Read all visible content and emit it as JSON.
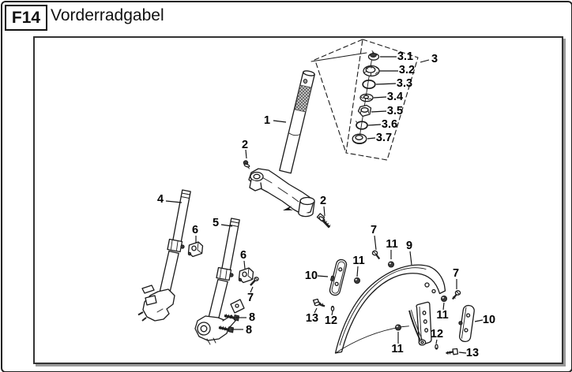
{
  "header": {
    "code": "F14",
    "title": "Vorderradgabel"
  },
  "colors": {
    "line": "#1a1a1a",
    "background": "#ffffff",
    "panel_shadow": "#999999"
  },
  "diagram": {
    "callouts": [
      {
        "text": "1"
      },
      {
        "text": "2"
      },
      {
        "text": "2"
      },
      {
        "text": "3"
      },
      {
        "text": "3.1"
      },
      {
        "text": "3.2"
      },
      {
        "text": "3.3"
      },
      {
        "text": "3.4"
      },
      {
        "text": "3.5"
      },
      {
        "text": "3.6"
      },
      {
        "text": "3.7"
      },
      {
        "text": "4"
      },
      {
        "text": "5"
      },
      {
        "text": "6"
      },
      {
        "text": "6"
      },
      {
        "text": "7"
      },
      {
        "text": "8"
      },
      {
        "text": "8"
      },
      {
        "text": "7"
      },
      {
        "text": "11"
      },
      {
        "text": "11"
      },
      {
        "text": "9"
      },
      {
        "text": "10"
      },
      {
        "text": "13"
      },
      {
        "text": "12"
      },
      {
        "text": "11"
      },
      {
        "text": "12"
      },
      {
        "text": "7"
      },
      {
        "text": "11"
      },
      {
        "text": "10"
      },
      {
        "text": "13"
      }
    ]
  }
}
